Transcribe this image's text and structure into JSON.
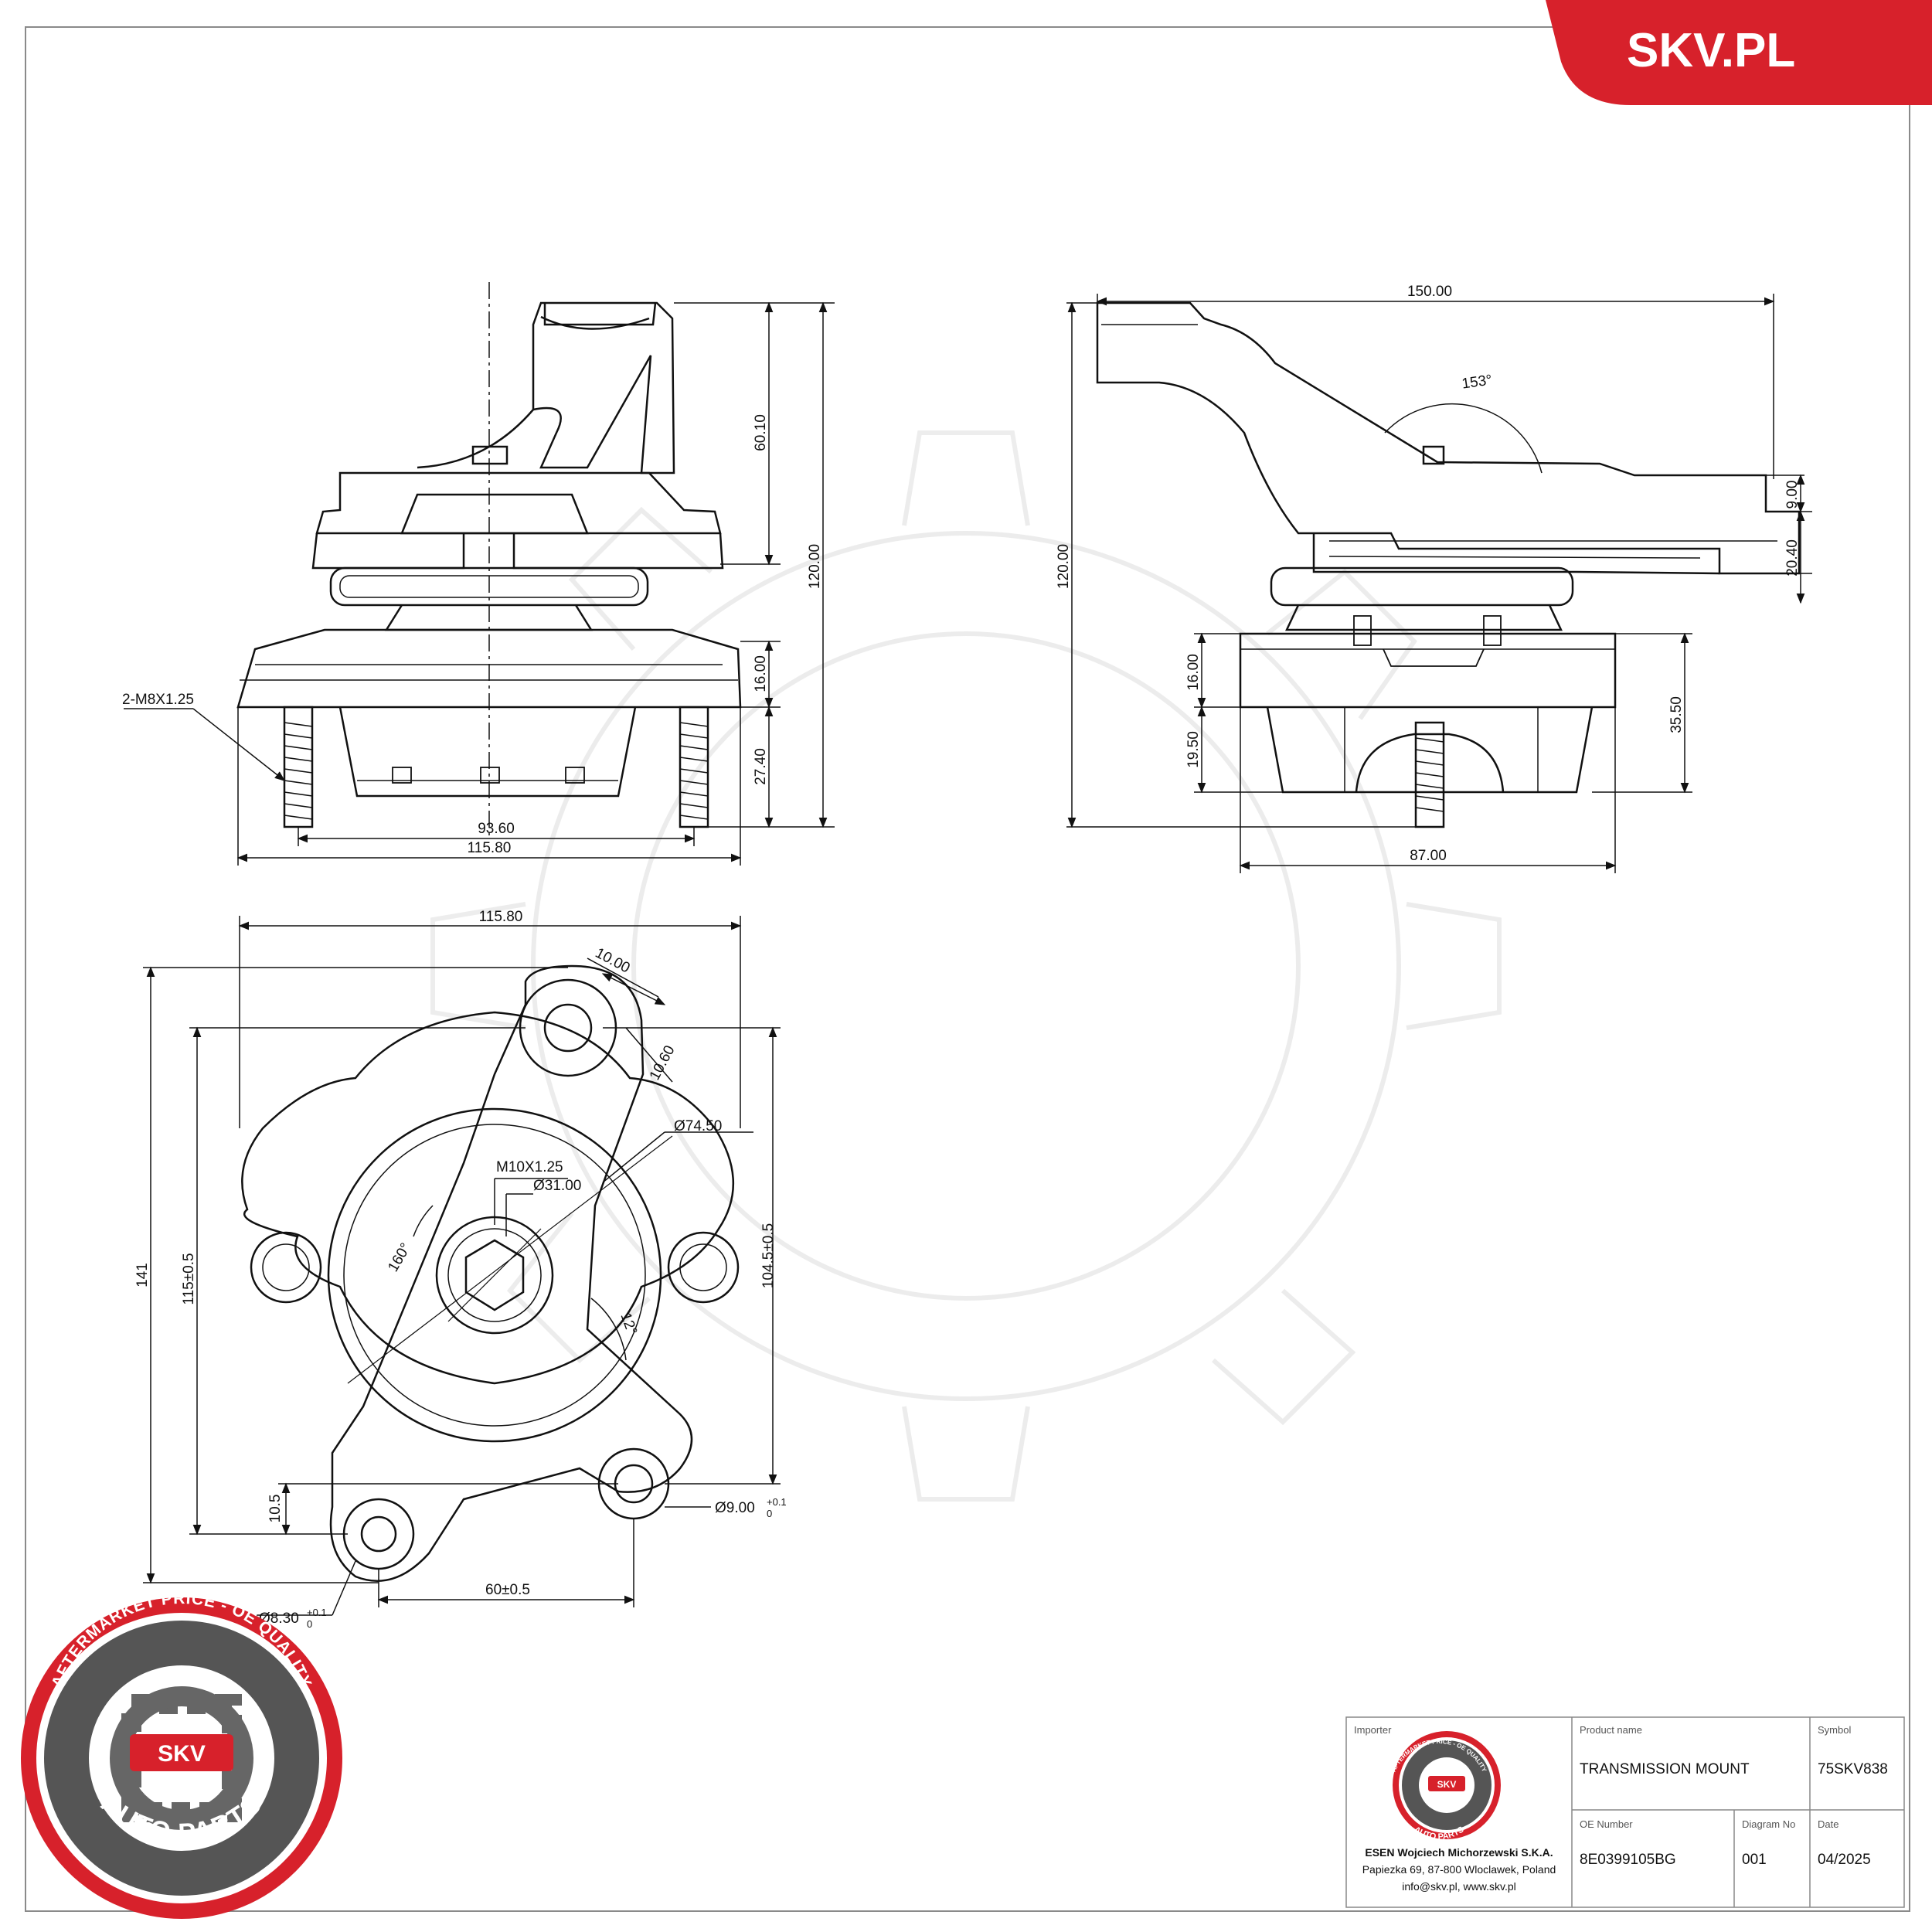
{
  "brand": {
    "logo_text": "SKV.PL",
    "accent_color": "#d7212b"
  },
  "seal": {
    "ring_text_top": "AFTERMARKET PRICE - OE QUALITY",
    "ring_text_bottom": "AUTO PARTS",
    "center_text": "SKV"
  },
  "front_view": {
    "dims": {
      "upper_height": "60.10",
      "total_height": "120.00",
      "base_height": "16.00",
      "stud_length": "27.40",
      "thread": "2-M8X1.25",
      "stud_spacing": "93.60",
      "base_width": "115.80"
    }
  },
  "side_view": {
    "dims": {
      "arm_length": "150.00",
      "angle": "153°",
      "arm_thickness": "9.00",
      "arm_offset": "20.40",
      "total_height": "120.00",
      "base_height": "16.00",
      "lower_height": "19.50",
      "block_height": "35.50",
      "base_width": "87.00"
    }
  },
  "top_view": {
    "dims": {
      "overall_width": "115.80",
      "overall_height": "141",
      "height_tol": "115±0.5",
      "right_height": "104.5±0.5",
      "eye_width": "10.00",
      "eye_offset": "10.60",
      "center_dia": "Ø74.50",
      "thread": "M10X1.25",
      "hub_dia": "Ø31.00",
      "angle_a": "160°",
      "angle_b": "12°",
      "hole_dia_right": "Ø9.00",
      "hole_tol_right": "+0.1",
      "hole_tol_right_lo": "0",
      "offset_small": "10.5",
      "hole_spacing": "60±0.5",
      "hole_dia_left": "Ø8.30",
      "hole_tol_left": "+0.1",
      "hole_tol_left_lo": "0"
    }
  },
  "title_block": {
    "importer_label": "Importer",
    "importer_name": "ESEN Wojciech Michorzewski S.K.A.",
    "importer_address": "Papiezka 69, 87-800 Wloclawek, Poland",
    "importer_contact": "info@skv.pl, www.skv.pl",
    "product_label": "Product name",
    "product_value": "TRANSMISSION MOUNT",
    "symbol_label": "Symbol",
    "symbol_value": "75SKV838",
    "oe_label": "OE Number",
    "oe_value": "8E0399105BG",
    "diagram_label": "Diagram No",
    "diagram_value": "001",
    "date_label": "Date",
    "date_value": "04/2025",
    "mini_seal_top": "AFTERMARKET PRICE - OE QUALITY",
    "mini_seal_bottom": "AUTO PARTS",
    "mini_seal_center": "SKV"
  }
}
